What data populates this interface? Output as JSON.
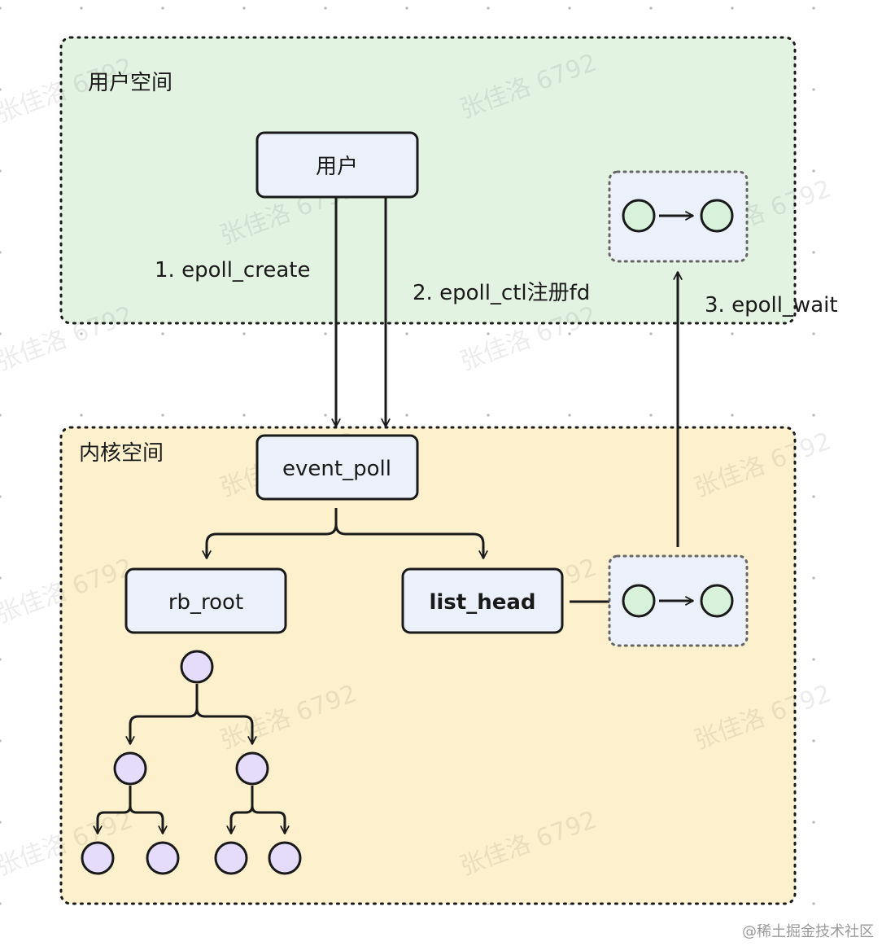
{
  "regions": {
    "user_space": {
      "label": "用户空间"
    },
    "kernel_space": {
      "label": "内核空间"
    }
  },
  "nodes": {
    "user": "用户",
    "event_poll": "event_poll",
    "rb_root": "rb_root",
    "list_head": "list_head"
  },
  "edges": {
    "epoll_create": "1. epoll_create",
    "epoll_ctl": "2. epoll_ctl注册fd",
    "epoll_wait": "3. epoll_wait"
  },
  "watermark": "张佳洛 6792",
  "footer": "@稀土掘金技术社区",
  "colors": {
    "user_space_fill": "#e2f3e2",
    "kernel_space_fill": "#fdf0cd",
    "node_fill": "#ecf0fa",
    "rb_node_fill": "#e4dcfa",
    "list_node_fill": "#d8f1da",
    "stroke": "#1a1a1a"
  }
}
